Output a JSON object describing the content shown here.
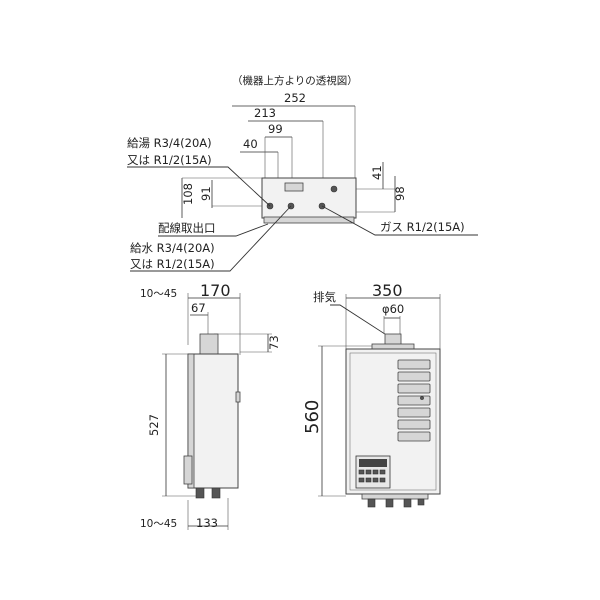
{
  "top_view": {
    "caption": "（機器上方よりの透視図）",
    "dim_252": "252",
    "dim_213": "213",
    "dim_99": "99",
    "dim_40": "40",
    "dim_108": "108",
    "dim_91": "91",
    "dim_41": "41",
    "dim_98": "98",
    "hot_water_line1": "給湯 R3/4(20A)",
    "hot_water_line2": "又は R1/2(15A)",
    "gas_label": "ガス R1/2(15A)",
    "wiring_label": "配線取出口",
    "water_line1": "給水 R3/4(20A)",
    "water_line2": "又は R1/2(15A)"
  },
  "side_view": {
    "dim_170": "170",
    "dim_10_45_top": "10～45",
    "dim_67": "67",
    "dim_73": "73",
    "dim_527": "527",
    "dim_10_45_bottom": "10～45",
    "dim_133": "133"
  },
  "front_view": {
    "dim_350": "350",
    "exhaust_label": "排気",
    "dia_60": "φ60",
    "dim_560": "560"
  }
}
